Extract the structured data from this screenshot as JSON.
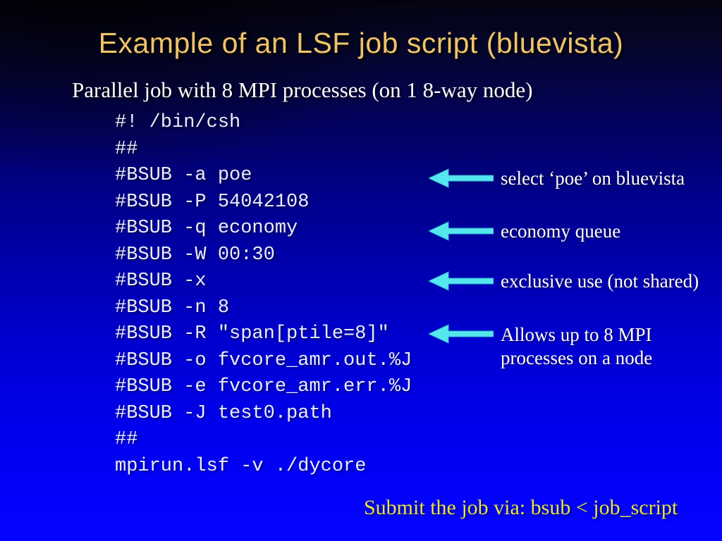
{
  "slide": {
    "title": "Example of an LSF job script (bluevista)",
    "subtitle": "Parallel job with 8 MPI processes (on 1 8-way node)",
    "code_lines": [
      "#! /bin/csh",
      "##",
      "#BSUB -a poe",
      "#BSUB -P 54042108",
      "#BSUB -q economy",
      "#BSUB -W 00:30",
      "#BSUB -x",
      "#BSUB -n 8",
      "#BSUB -R \"span[ptile=8]\"",
      "#BSUB -o fvcore_amr.out.%J",
      "#BSUB -e fvcore_amr.err.%J",
      "#BSUB -J test0.path",
      "##",
      "mpirun.lsf -v ./dycore"
    ],
    "annotations": [
      {
        "icon": "left-arrow-icon",
        "label": "select ‘poe’ on bluevista"
      },
      {
        "icon": "left-arrow-icon",
        "label": "economy queue"
      },
      {
        "icon": "left-arrow-icon",
        "label": "exclusive use (not shared)"
      },
      {
        "icon": "left-arrow-icon",
        "label": "Allows up to 8 MPI\nprocesses on a node"
      }
    ],
    "footer": "Submit the job via: bsub < job_script",
    "colors": {
      "title_text": "#f0c36a",
      "body_text": "#ffffff",
      "code_text": "#e9edfa",
      "arrow_fill": "#55e6ee",
      "footer_text": "#e8e340",
      "background_top": "#030310",
      "background_bottom": "#0404ff"
    }
  }
}
